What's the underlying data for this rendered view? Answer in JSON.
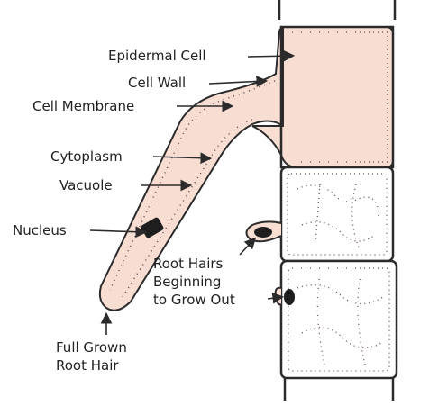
{
  "diagram": {
    "labels": {
      "epidermal_cell": "Epidermal Cell",
      "cell_wall": "Cell Wall",
      "cell_membrane": "Cell Membrane",
      "cytoplasm": "Cytoplasm",
      "vacuole": "Vacuole",
      "nucleus": "Nucleus",
      "root_hairs_beginning": "Root Hairs\nBeginning\nto Grow Out",
      "full_grown_root_hair": "Full Grown\nRoot Hair"
    },
    "colors": {
      "cell_fill": "#f8ddd3",
      "outline": "#2b2b2b",
      "nucleus": "#1e1e1e",
      "background": "#ffffff",
      "dots": "#5a4a46"
    }
  }
}
